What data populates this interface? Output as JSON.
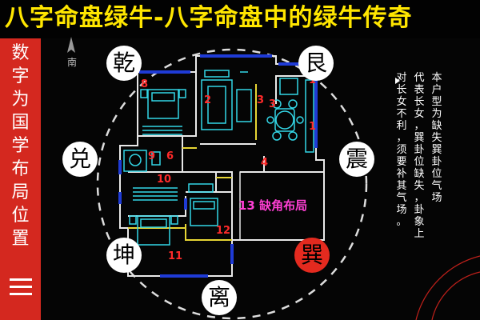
{
  "title": "八字命盘绿牛-八字命盘中的绿牛传奇",
  "sidebar": {
    "text": "数字为国学布局位置"
  },
  "compass": {
    "south_label": "南"
  },
  "trigrams": {
    "qian": "乾",
    "gen": "艮",
    "dui": "兑",
    "zhen": "震",
    "kun": "坤",
    "xun": "巽",
    "li": "离"
  },
  "room_numbers": {
    "r1": "1",
    "r2": "2",
    "r3": "3",
    "r4": "4",
    "r6": "6",
    "r8": "8",
    "r9": "9",
    "r10": "10",
    "r11": "11",
    "r12": "12",
    "r13": "13"
  },
  "missing_area_label": "13 缺角布局",
  "note_columns": [
    "本户型为缺失巽卦位气场",
    "代表长女，巽卦位缺失，卦象上",
    "对长女不利，须要补其气场。"
  ],
  "colors": {
    "title": "#ffe600",
    "sidebar": "#d4281f",
    "wall_blue": "#1f3bd6",
    "furniture_cyan": "#33d6e6",
    "room_red": "#ff2a2a",
    "missing_magenta": "#ff3fd4"
  }
}
